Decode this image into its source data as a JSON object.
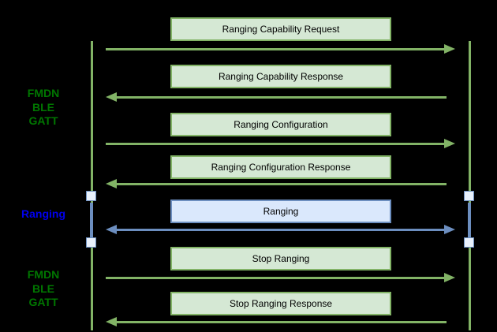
{
  "diagram": {
    "type": "sequence-diagram",
    "background": "#000000",
    "colors": {
      "green_box_fill": "#d5e8d4",
      "green_stroke": "#82b366",
      "blue_box_fill": "#dae8fc",
      "blue_stroke": "#6c8ebf",
      "label_green": "#007700",
      "label_blue": "#0000ee",
      "message_text": "#000000"
    },
    "left_labels": [
      {
        "id": "fmdn-ble-gatt-top",
        "color": "green",
        "lines": [
          "FMDN",
          "BLE",
          "GATT"
        ]
      },
      {
        "id": "ranging",
        "color": "blue",
        "lines": [
          "Ranging"
        ]
      },
      {
        "id": "fmdn-ble-gatt-bottom",
        "color": "green",
        "lines": [
          "FMDN",
          "BLE",
          "GATT"
        ]
      }
    ],
    "lifelines": [
      {
        "id": "seeker-lifeline",
        "side": "left"
      },
      {
        "id": "provider-lifeline",
        "side": "right"
      }
    ],
    "messages": [
      {
        "label": "Ranging Capability Request",
        "direction": "right",
        "style": "green"
      },
      {
        "label": "Ranging Capability Response",
        "direction": "left",
        "style": "green"
      },
      {
        "label": "Ranging Configuration",
        "direction": "right",
        "style": "green"
      },
      {
        "label": "Ranging Configuration Response",
        "direction": "left",
        "style": "green"
      },
      {
        "label": "Ranging",
        "direction": "both",
        "style": "blue"
      },
      {
        "label": "Stop Ranging",
        "direction": "right",
        "style": "green"
      },
      {
        "label": "Stop Ranging Response",
        "direction": "left",
        "style": "green"
      }
    ]
  }
}
